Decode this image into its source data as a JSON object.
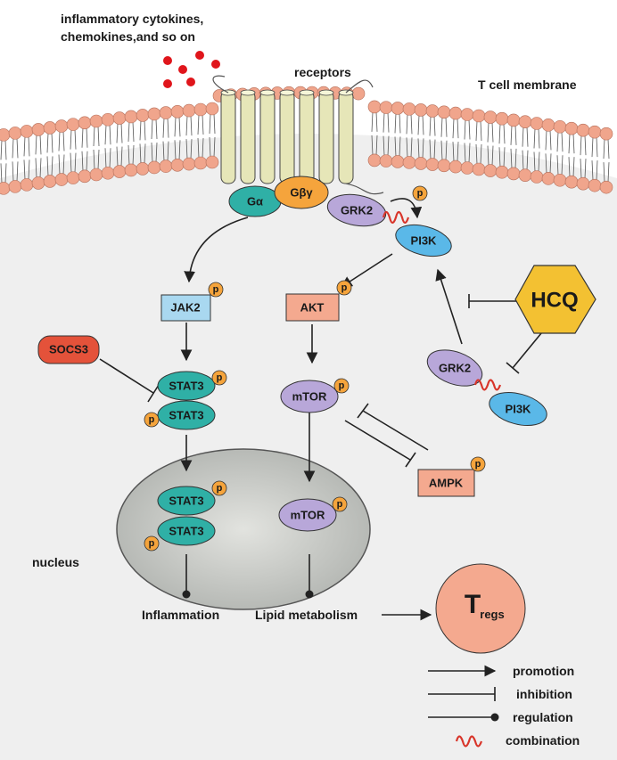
{
  "labels": {
    "cytokines_line1": "inflammatory cytokines,",
    "cytokines_line2": "chemokines,and so on",
    "receptors": "receptors",
    "membrane": "T cell membrane",
    "nucleus": "nucleus",
    "inflammation": "Inflammation",
    "lipid": "Lipid metabolism",
    "tregs_main": "T",
    "tregs_sub": "regs"
  },
  "nodes": {
    "galpha": "Gα",
    "gbg": "Gβγ",
    "grk2_top": "GRK2",
    "pi3k_top": "PI3K",
    "jak2": "JAK2",
    "akt": "AKT",
    "socs3": "SOCS3",
    "stat3_a": "STAT3",
    "stat3_b": "STAT3",
    "mtor_cyto": "mTOR",
    "hcq": "HCQ",
    "grk2_bottom": "GRK2",
    "pi3k_bottom": "PI3K",
    "ampk": "AMPK",
    "stat3_n1": "STAT3",
    "stat3_n2": "STAT3",
    "mtor_nuc": "mTOR"
  },
  "phospho_label": "p",
  "legend": {
    "promotion": "promotion",
    "inhibition": "inhibition",
    "regulation": "regulation",
    "combination": "combination"
  },
  "colors": {
    "membrane": "#f0a58c",
    "receptor": "#e6e6b8",
    "galpha": "#2fb0a6",
    "gbg": "#f5a43c",
    "grk2": "#b8a7d9",
    "pi3k": "#5ab8e8",
    "jak2": "#a9d8f0",
    "akt": "#f4a98f",
    "socs3": "#e4523a",
    "stat3": "#2fb0a6",
    "mtor": "#b8a7d9",
    "hcq": "#f3c132",
    "ampk": "#f4a98f",
    "tregs": "#f4a98f",
    "phospho": "#f5a43c",
    "nucleus": "#c3c5c1",
    "cytoplasm": "#f1f1f1",
    "linker": "#d8352a"
  }
}
